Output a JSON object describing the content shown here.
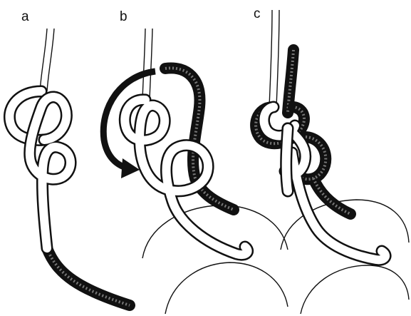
{
  "figure": {
    "panels": [
      {
        "id": "a",
        "label": "a"
      },
      {
        "id": "b",
        "label": "b"
      },
      {
        "id": "c",
        "label": "c"
      }
    ]
  },
  "colors": {
    "background": "#ffffff",
    "ink": "#111111",
    "rope_light": "#ffffff",
    "rope_dark": "#1a1a1a"
  }
}
